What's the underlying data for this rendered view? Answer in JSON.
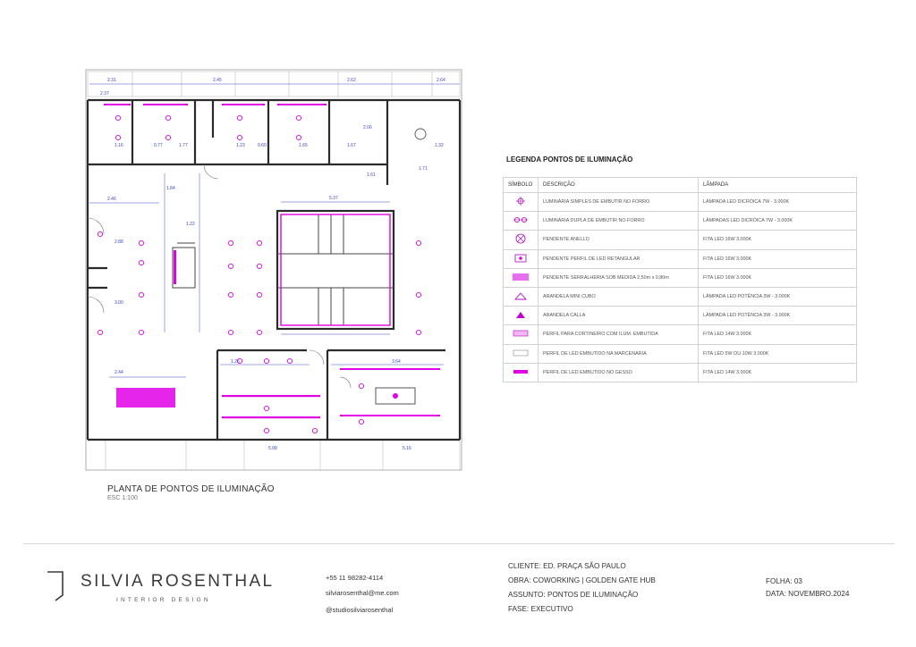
{
  "plan": {
    "title": "PLANTA DE  PONTOS DE ILUMINAÇÃO",
    "scale": "ESC 1:100",
    "dims": {
      "top_1": "2.31",
      "top_2": "2.45",
      "top_3": "2.62",
      "top_4": "2.64",
      "d_237": "2.37",
      "d_116": "1.16",
      "d_077": "0.77",
      "d_177": "1.77",
      "d_123": "1.23",
      "d_060": "0.60",
      "d_165": "1.65",
      "d_206": "2.06",
      "d_167": "1.67",
      "d_161": "1.61",
      "d_132": "1.32",
      "d_171": "1.71",
      "d_246": "2.46",
      "d_184": "1.84",
      "d_537": "5.37",
      "d_122": "1.22",
      "d_288": "2.88",
      "d_300": "3.00",
      "d_244": "2.44",
      "d_125": "1.25",
      "d_364": "3.64",
      "d_508": "5.08",
      "d_516": "5.16"
    }
  },
  "legend": {
    "title": "LEGENDA PONTOS DE ILUMINAÇÃO",
    "headers": [
      "SÍMBOLO",
      "DESCRIÇÃO",
      "LÂMPADA"
    ],
    "rows": [
      {
        "icon": "recessed-simple-icon",
        "desc": "LUMINÁRIA SIMPLES  DE EMBUTIR NO FORRO",
        "lamp": "LÂMPADA LED DICRÓICA 7W - 3.000K"
      },
      {
        "icon": "recessed-double-icon",
        "desc": "LUMINÁRIA DUPLA DE EMBUTIR NO FORRO",
        "lamp": "LÂMPADAS LED DICRÓICA 7W - 3.000K"
      },
      {
        "icon": "pendant-ring-icon",
        "desc": "PENDENTE ANELLO",
        "lamp": "FITA LED 16W 3.000K"
      },
      {
        "icon": "pendant-rect-icon",
        "desc": "PENDENTE PERFIL DE LED RETANGULAR",
        "lamp": "FITA LED 16W 3.000K"
      },
      {
        "icon": "pendant-block-icon",
        "desc": "PENDENTE SERRALHERIA SOB MEDIDA  2,50m x 0,80m",
        "lamp": "FITA LED 16W 3.000K"
      },
      {
        "icon": "sconce-cube-icon",
        "desc": "ARANDELA MINI CUBO",
        "lamp": "LÂMPADA LED POTÊNCIA 3W - 3.000K"
      },
      {
        "icon": "sconce-calla-icon",
        "desc": "ARANDELA CALLA",
        "lamp": "LÂMPADA LED POTÊNCIA 3W - 3.000K"
      },
      {
        "icon": "curtain-profile-icon",
        "desc": "PERFIL PARA CORTINEIRO COM ILUM. EMBUTIDA",
        "lamp": "FITA LED 14W  3.000K"
      },
      {
        "icon": "joinery-profile-icon",
        "desc": "PERFIL DE LED EMBUTIDO NA MARCENARIA",
        "lamp": "FITA LED 5W OU 10W 3.000K"
      },
      {
        "icon": "plaster-profile-icon",
        "desc": "PERFIL DE LED EMBUTIDO NO GESSO",
        "lamp": "FITA  LED 14W 3.000K"
      }
    ]
  },
  "footer": {
    "brand": "SILVIA  ROSENTHAL",
    "brand_sub": "INTERIOR DESIGN",
    "phone": "+55 11 98282-4114",
    "email": "silviarosenthal@me.com",
    "instagram": "@studiosilviarosenthal",
    "cliente": "CLIENTE: ED. PRAÇA SÃO PAULO",
    "obra": "OBRA: COWORKING | GOLDEN GATE HUB",
    "assunto": "ASSUNTO: PONTOS DE ILUMINAÇÃO",
    "fase": "FASE:  EXECUTIVO",
    "folha": "FOLHA: 03",
    "data": "DATA:  NOVEMBRO.2024"
  },
  "colors": {
    "accent": "#e100e6",
    "dimension": "#3b48c9",
    "wall": "#2b2b2b"
  }
}
